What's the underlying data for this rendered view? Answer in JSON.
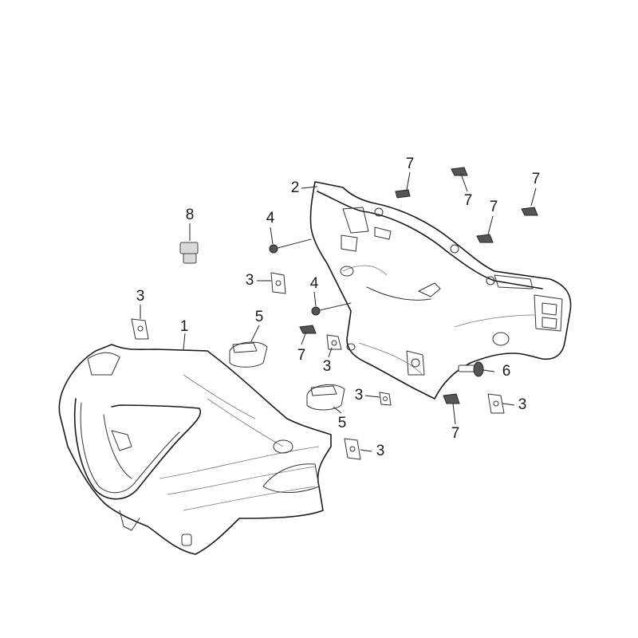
{
  "diagram": {
    "callouts": [
      {
        "id": "c1",
        "text": "1"
      },
      {
        "id": "c2",
        "text": "2"
      },
      {
        "id": "c3a",
        "text": "3"
      },
      {
        "id": "c3b",
        "text": "3"
      },
      {
        "id": "c3c",
        "text": "3"
      },
      {
        "id": "c3d",
        "text": "3"
      },
      {
        "id": "c3e",
        "text": "3"
      },
      {
        "id": "c3f",
        "text": "3"
      },
      {
        "id": "c4a",
        "text": "4"
      },
      {
        "id": "c4b",
        "text": "4"
      },
      {
        "id": "c5a",
        "text": "5"
      },
      {
        "id": "c5b",
        "text": "5"
      },
      {
        "id": "c6",
        "text": "6"
      },
      {
        "id": "c7a",
        "text": "7"
      },
      {
        "id": "c7b",
        "text": "7"
      },
      {
        "id": "c7c",
        "text": "7"
      },
      {
        "id": "c7d",
        "text": "7"
      },
      {
        "id": "c7e",
        "text": "7"
      },
      {
        "id": "c7f",
        "text": "7"
      },
      {
        "id": "c8",
        "text": "8"
      }
    ]
  },
  "colors": {
    "line": "#1a1a1a",
    "background": "#ffffff",
    "part_grey": "#d9d9d9"
  }
}
